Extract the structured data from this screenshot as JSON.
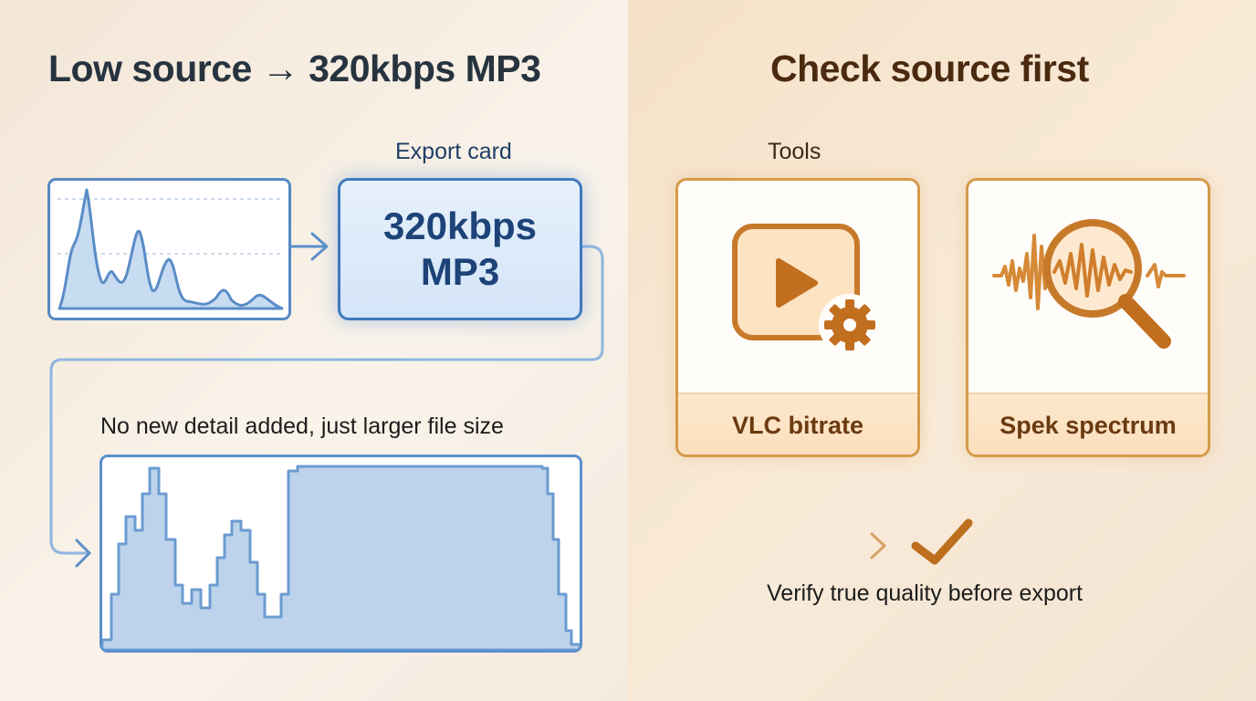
{
  "left_panel": {
    "title": "Low source → 320kbps MP3",
    "export_caption": "Export card",
    "export_card": {
      "line1": "320kbps",
      "line2": "MP3"
    },
    "no_detail_caption": "No new detail added, just larger file size"
  },
  "right_panel": {
    "title": "Check source first",
    "tools_caption": "Tools",
    "tools": [
      {
        "label": "VLC bitrate",
        "icon": "play-settings-icon"
      },
      {
        "label": "Spek spectrum",
        "icon": "spectrum-magnifier-icon"
      }
    ],
    "verify_caption": "Verify true quality before export",
    "check_icon": "checkmark-icon"
  },
  "colors": {
    "blue_accent": "#3f79bf",
    "blue_fill": "#c7dbf1",
    "orange_accent": "#cf8a33",
    "title_dark": "#27333f",
    "title_brown": "#4b2a10"
  }
}
